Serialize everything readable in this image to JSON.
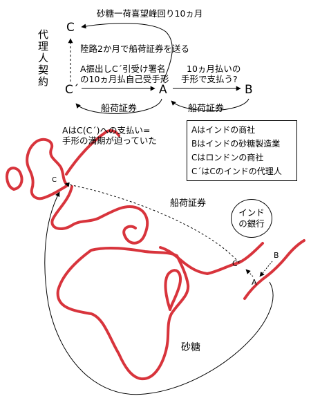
{
  "flow_labels": {
    "top_route": "砂糖一荷喜望峰回り10ヵ月",
    "land_route": "陸路2か月で船荷証券を送る",
    "contract": "代理人契約",
    "draft_line1": "A振出しC´引受け署名",
    "draft_line2": "の10ヵ月払自己受手形",
    "pay_line1": "10ヵ月払いの",
    "pay_line2": "手形で支払う?",
    "bl_left": "船荷証券",
    "bl_right": "船荷証券",
    "note_line1": "AはC(C´)への支払い=",
    "note_line2": "手形の満期が迫っていた"
  },
  "nodes": {
    "c_top": "C",
    "c_prime": "C´",
    "a": "A",
    "b": "B"
  },
  "legend": [
    "Aはインドの商社",
    "Bはインドの砂糖製造業",
    "Cはロンドンの商社",
    "C´はCのインドの代理人"
  ],
  "map_labels": {
    "c_london": "C",
    "bill_of_lading": "船荷証券",
    "bank_line1": "インド",
    "bank_line2": "の銀行",
    "b_india": "B",
    "c_prime_india": "C´",
    "a_india": "A",
    "sugar": "砂糖"
  },
  "colors": {
    "coastline": "#d8343c",
    "ink": "#000000"
  }
}
